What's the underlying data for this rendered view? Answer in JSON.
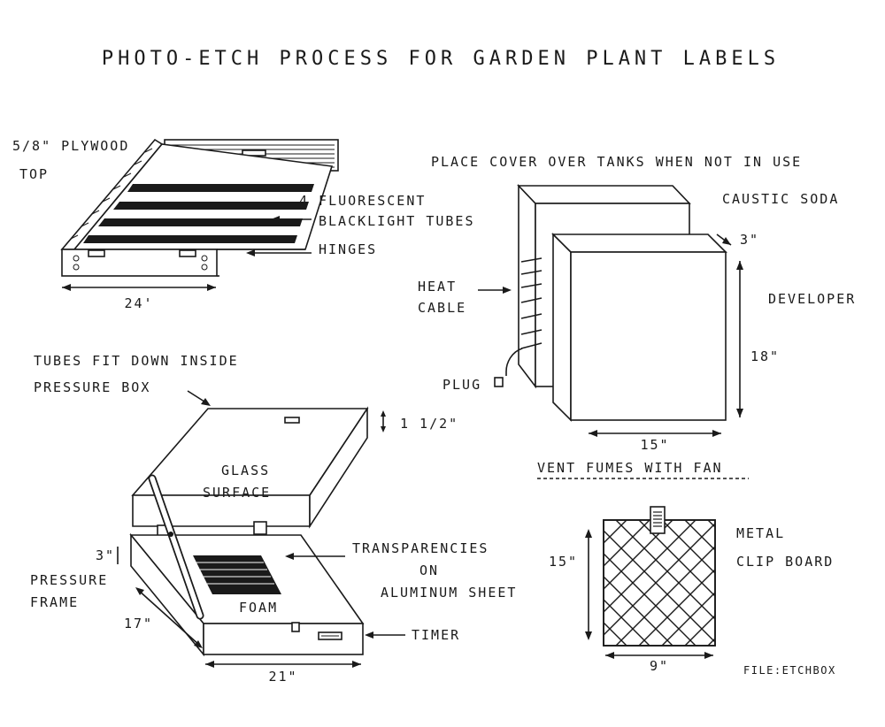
{
  "title": "PHOTO-ETCH PROCESS FOR GARDEN PLANT LABELS",
  "light_box": {
    "plywood_label": "5/8\" PLYWOOD",
    "top_label": "TOP",
    "tubes_label_1": "4 FLUORESCENT",
    "tubes_label_2": "BLACKLIGHT TUBES",
    "hinges_label": "HINGES",
    "width_label": "24'"
  },
  "tanks": {
    "cover_note": "PLACE COVER OVER TANKS WHEN NOT IN USE",
    "caustic_label": "CAUSTIC SODA",
    "spacing_label": "3\"",
    "developer_label": "DEVELOPER",
    "heat_label_1": "HEAT",
    "heat_label_2": "CABLE",
    "plug_label": "PLUG",
    "height_label": "18\"",
    "width_label": "15\"",
    "vent_note": "VENT FUMES WITH FAN"
  },
  "pressure_box": {
    "note_1": "TUBES FIT DOWN INSIDE",
    "note_2": "PRESSURE BOX",
    "lid_depth_label": "1 1/2\"",
    "glass_label_1": "GLASS",
    "glass_label_2": "SURFACE",
    "frame_depth_label": "3\"",
    "frame_label_1": "PRESSURE",
    "frame_label_2": "FRAME",
    "transparency_label_1": "TRANSPARENCIES",
    "transparency_label_2": "ON",
    "transparency_label_3": "ALUMINUM SHEET",
    "foam_label": "FOAM",
    "timer_label": "TIMER",
    "depth_label": "17\"",
    "width_label": "21\""
  },
  "clipboard": {
    "label_1": "METAL",
    "label_2": "CLIP BOARD",
    "height_label": "15\"",
    "width_label": "9\""
  },
  "file_label": "FILE:ETCHBOX"
}
